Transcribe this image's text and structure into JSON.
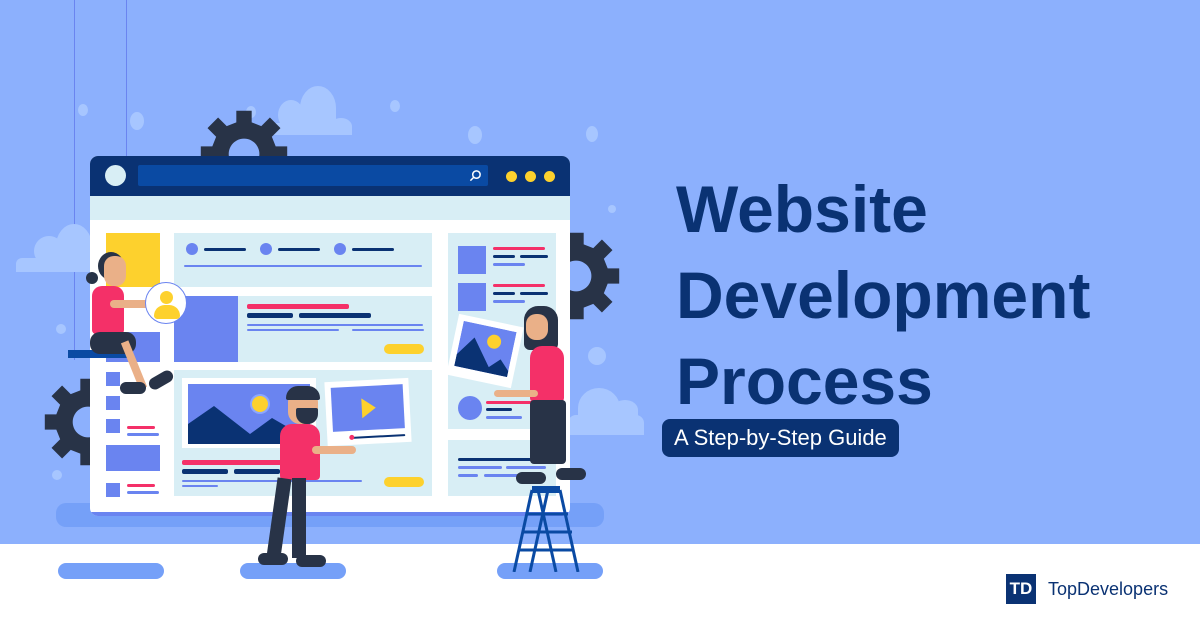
{
  "banner": {
    "title_lines": [
      "Website",
      "Development",
      "Process"
    ],
    "subtitle": "A Step-by-Step Guide",
    "colors": {
      "background": "#8cb0fd",
      "title": "#0a3273",
      "accent_red": "#f43068",
      "accent_yellow": "#fdd12d",
      "accent_blue": "#6a84f0"
    }
  },
  "brand": {
    "logo_mark": "TD",
    "name": "TopDevelopers"
  },
  "illustration": {
    "browser_window": {
      "icons": [
        "search-icon"
      ],
      "window_dots": 3
    },
    "elements": [
      "gear-icon",
      "cloud",
      "image-card",
      "video-card",
      "profile-card",
      "ladder"
    ]
  }
}
